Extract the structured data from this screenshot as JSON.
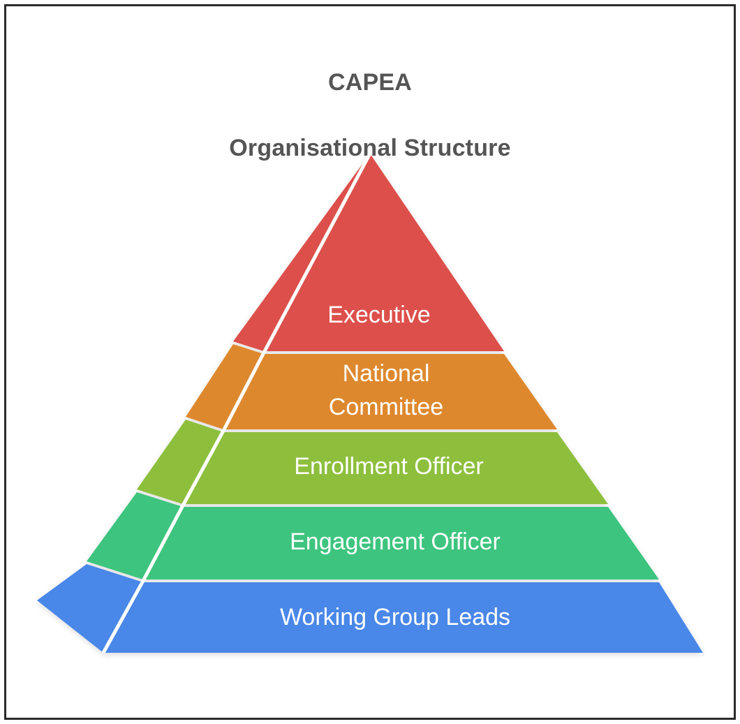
{
  "document": {
    "title_line_1": "CAPEA",
    "title_line_2": "Organisational Structure",
    "title_color": "#555555",
    "background_color": "#ffffff",
    "border_color": "#2b2b2b"
  },
  "chart_data": {
    "type": "pyramid",
    "title": "CAPEA Organisational Structure",
    "orientation": "top-down hierarchy, 3D pyramid with left side facet",
    "level_count": 5,
    "label_color": "#ffffff",
    "divider_color": "#ffffff",
    "levels": [
      {
        "rank": 1,
        "label": "Executive",
        "label_lines": [
          "Executive"
        ],
        "color": "#dd504c",
        "position": "top"
      },
      {
        "rank": 2,
        "label": "National Committee",
        "label_lines": [
          "National",
          "Committee"
        ],
        "color": "#de882f",
        "position": "second"
      },
      {
        "rank": 3,
        "label": "Enrollment Officer",
        "label_lines": [
          "Enrollment Officer"
        ],
        "color": "#8dbf3c",
        "position": "middle"
      },
      {
        "rank": 4,
        "label": "Engagement Officer",
        "label_lines": [
          "Engagement Officer"
        ],
        "color": "#3dc47e",
        "position": "fourth"
      },
      {
        "rank": 5,
        "label": "Working Group Leads",
        "label_lines": [
          "Working Group Leads"
        ],
        "color": "#4a87e8",
        "position": "base"
      }
    ]
  },
  "levels": {
    "l1": {
      "label": "Executive"
    },
    "l2": {
      "line1": "National",
      "line2": "Committee"
    },
    "l3": {
      "label": "Enrollment Officer"
    },
    "l4": {
      "label": "Engagement Officer"
    },
    "l5": {
      "label": "Working Group Leads"
    }
  }
}
